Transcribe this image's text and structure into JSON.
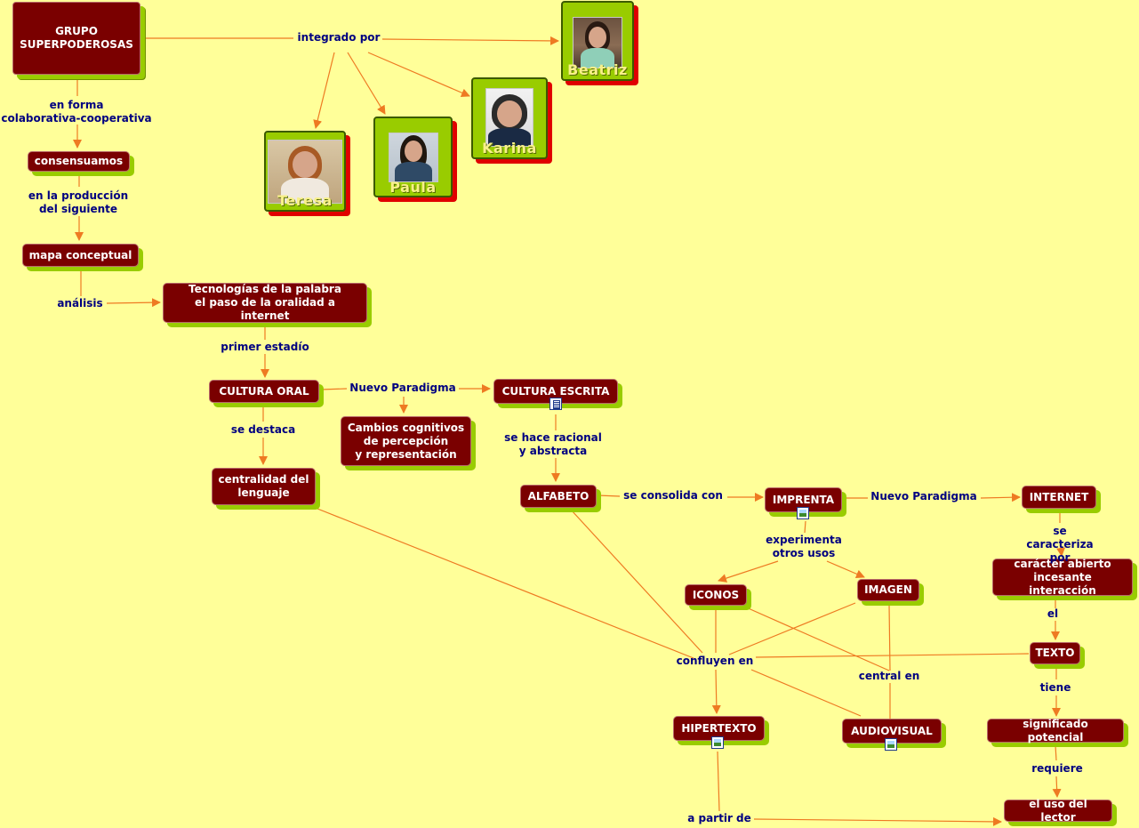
{
  "nodes": {
    "grupo": "GRUPO\nSUPERPODEROSAS",
    "consensuamos": "consensuamos",
    "mapa": "mapa conceptual",
    "tecnologias": "Tecnologías de la palabra\nel paso de la oralidad a internet",
    "cultura_oral": "CULTURA ORAL",
    "cultura_escrita": "CULTURA ESCRITA",
    "cambios": "Cambios cognitivos\nde percepción\ny representación",
    "centralidad": "centralidad del\nlenguaje",
    "alfabeto": "ALFABETO",
    "imprenta": "IMPRENTA",
    "internet": "INTERNET",
    "caracter": "carácter abierto\nincesante interacción",
    "iconos": "ICONOS",
    "imagen": "IMAGEN",
    "texto": "TEXTO",
    "hipertexto": "HIPERTEXTO",
    "audiovisual": "AUDIOVISUAL",
    "significado": "significado potencial",
    "uso_lector": "el uso del lector"
  },
  "people": {
    "beatriz": "Beatriz",
    "karina": "Karina",
    "paula": "Paula",
    "teresa": "Teresa"
  },
  "labels": {
    "integrado_por": "integrado por",
    "en_forma": "en forma\ncolaborativa-cooperativa",
    "en_la_produccion": "en la producción\ndel siguiente",
    "analisis": "análisis",
    "primer_estadio": "primer estadío",
    "nuevo_paradigma_1": "Nuevo Paradigma",
    "se_destaca": "se destaca",
    "se_hace_racional": "se hace racional\ny abstracta",
    "se_consolida_con": "se consolida con",
    "nuevo_paradigma_2": "Nuevo Paradigma",
    "se_caracteriza_por": "se caracteriza por",
    "experimenta": "experimenta\notros usos",
    "el": "el",
    "confluyen_en": "confluyen en",
    "central_en": "central en",
    "tiene": "tiene",
    "requiere": "requiere",
    "a_partir_de": "a partir de"
  },
  "colors": {
    "background": "#ffff99",
    "node_fill": "#7a0000",
    "node_shadow": "#99cc00",
    "link_color": "#ee7a22",
    "label_color": "#000080",
    "person_fill": "#99cc00",
    "person_shadow": "#e00000",
    "person_name": "#f8f08a"
  },
  "icons": {
    "cultura_escrita": "document-icon",
    "imprenta": "image-icon",
    "hipertexto": "image-icon",
    "audiovisual": "image-icon"
  }
}
